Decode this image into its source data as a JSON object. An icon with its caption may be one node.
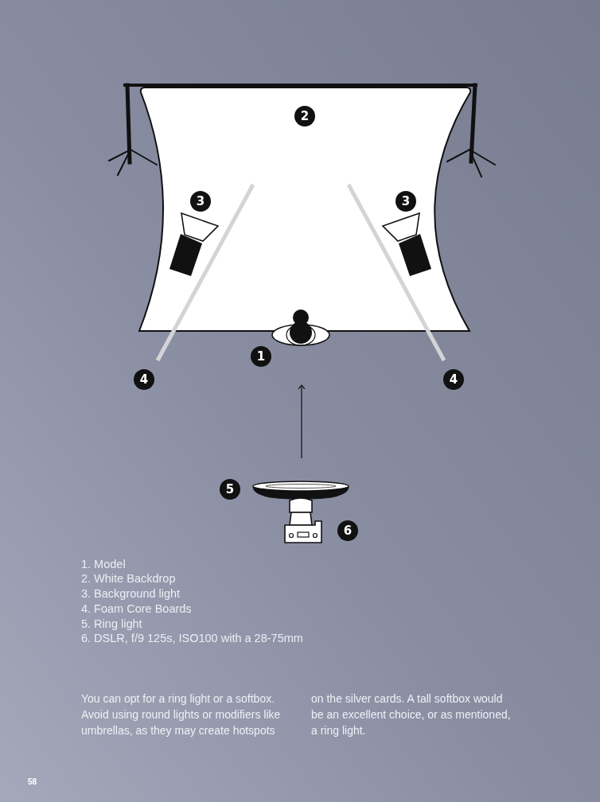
{
  "diagram": {
    "labels": [
      "2",
      "3",
      "3",
      "1",
      "4",
      "4",
      "5",
      "6",
      "1. Model",
      "2. White Backdrop",
      "3. Background light",
      "4. Foam Core Boards",
      "5. Ring light",
      "6. DSLR, f/9 125s, ISO100 with a 28-75mm",
      "You can opt for a ring light or a softbox. Avoid using round lights or modifiers like umbrellas, as they may create hotspots",
      "on the silver cards. A tall softbox would be an excellent choice, or as mentioned, a ring light.",
      "58"
    ]
  }
}
